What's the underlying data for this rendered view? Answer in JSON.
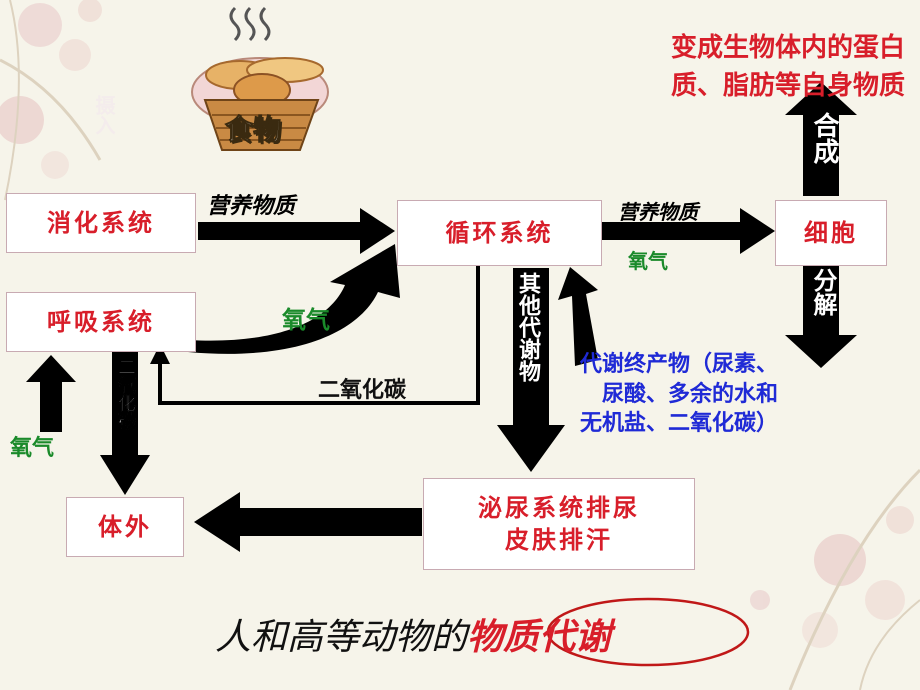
{
  "boxes": {
    "digestive": "消化系统",
    "respiratory": "呼吸系统",
    "circulatory": "循环系统",
    "cell": "细胞",
    "outside": "体外",
    "excretion_line1": "泌尿系统排尿",
    "excretion_line2": "皮肤排汗"
  },
  "labels": {
    "food": "食物",
    "intake": "摄入",
    "nutrients_1": "营养物质",
    "nutrients_2": "营养物质",
    "oxygen_to_cell": "氧气",
    "oxygen_curve": "氧气",
    "oxygen_in": "氧气",
    "co2_return": "二氧化碳",
    "co2_out": "二氧化碳",
    "synthesis": "合成",
    "decomposition": "分解",
    "other_metabolites": "其他代谢物",
    "end_products": [
      "代谢终产物（尿素、",
      "尿酸、多余的水和",
      "无机盐、二氧化碳）"
    ],
    "becomes": [
      "变成生物体内的蛋白",
      "质、脂肪等自身物质"
    ]
  },
  "title": {
    "prefix": "人和高等动物的",
    "highlight": "物质代谢"
  },
  "colors": {
    "box_text": "#d81e2a",
    "box_border": "#c8aab2",
    "arrow": "#000000",
    "oxygen_green": "#1a8a2a",
    "blue_text": "#1f2ad6",
    "title_red": "#d81e2a"
  },
  "icons": [
    "bread-basket-icon",
    "blossom-decoration-icon"
  ]
}
